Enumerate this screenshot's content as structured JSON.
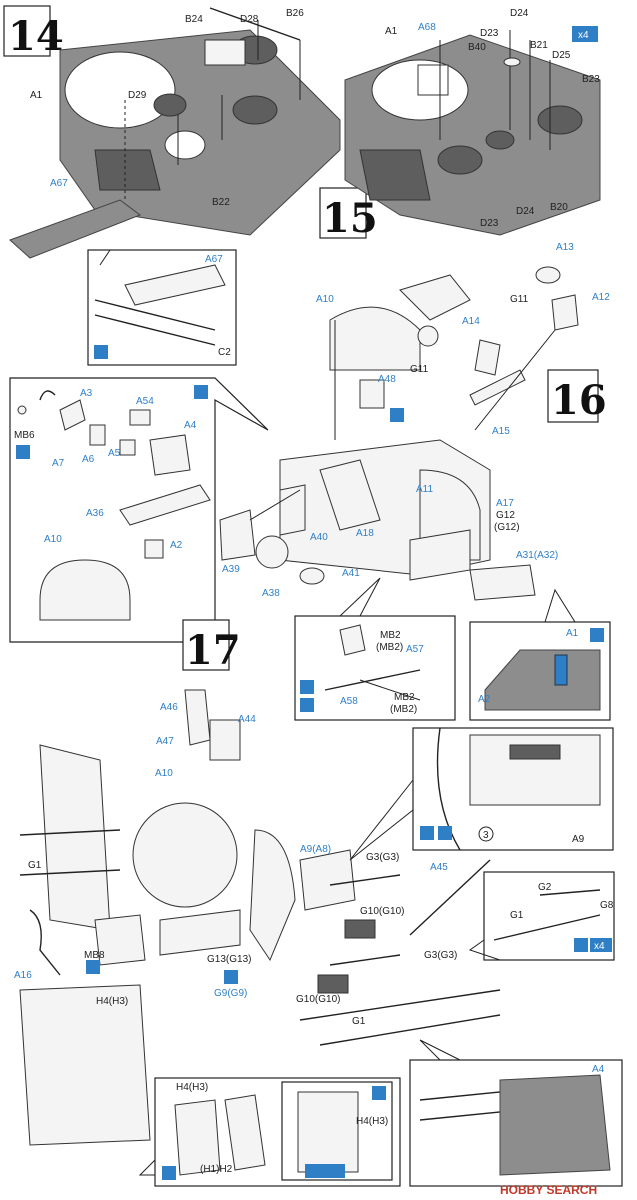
{
  "steps": {
    "s14": "14",
    "s15": "15",
    "s16": "16",
    "s17": "17"
  },
  "labels_14": {
    "a1": "A1",
    "b24": "B24",
    "d28": "D28",
    "b26": "B26",
    "d29": "D29",
    "b22": "B22",
    "a67": "A67"
  },
  "labels_14_detail": {
    "a67": "A67",
    "c2": "C2"
  },
  "labels_15": {
    "a1": "A1",
    "a68": "A68",
    "d24_top": "D24",
    "d23_top": "D23",
    "b40": "B40",
    "b21": "B21",
    "d25": "D25",
    "b23": "B23",
    "b20": "B20",
    "d24_bot": "D24",
    "d23_bot": "D23",
    "x4": "x4"
  },
  "labels_16": {
    "a13": "A13",
    "a12": "A12",
    "g11_a": "G11",
    "g11_b": "G11",
    "a10": "A10",
    "a14": "A14",
    "a48": "A48",
    "a15": "A15",
    "a11": "A11",
    "a17": "A17",
    "g12": "G12",
    "g12b": "(G12)",
    "a31": "A31(A32)",
    "a40": "A40",
    "a18": "A18",
    "a39": "A39",
    "a41": "A41",
    "a38": "A38"
  },
  "labels_16_left": {
    "a3": "A3",
    "mb6": "MB6",
    "a7": "A7",
    "a6": "A6",
    "a54": "A54",
    "a4": "A4",
    "a5": "A5",
    "a36": "A36",
    "a2": "A2",
    "a10": "A10"
  },
  "labels_16_mid": {
    "mb2a": "MB2",
    "mb2a_b": "(MB2)",
    "a57": "A57",
    "a58": "A58",
    "mb2b": "MB2",
    "mb2b_b": "(MB2)"
  },
  "labels_16_right": {
    "a1": "A1",
    "a2": "A2"
  },
  "labels_17": {
    "a46": "A46",
    "a44": "A44",
    "a47": "A47",
    "a10": "A10",
    "g1_a": "G1",
    "a16": "A16",
    "mb8": "MB8",
    "h4": "H4(H3)",
    "a9": "A9(A8)",
    "g3_a": "G3(G3)",
    "a45": "A45",
    "g10_a": "G10(G10)",
    "g13": "G13(G13)",
    "g9": "G9(G9)",
    "g3_b": "G3(G3)",
    "g10_b": "G10(G10)",
    "g1_b": "G1"
  },
  "labels_17_detail_a9": {
    "circ3": "3",
    "a9": "A9"
  },
  "labels_17_detail_g": {
    "g2": "G2",
    "g8": "G8",
    "g1": "G1",
    "x4": "x4"
  },
  "labels_17_detail_h": {
    "h4": "H4(H3)",
    "h1h2": "(H1)H2",
    "h4b": "H4(H3)"
  },
  "labels_17_detail_a4": {
    "a4": "A4"
  },
  "watermark": "HOBBY SEARCH"
}
